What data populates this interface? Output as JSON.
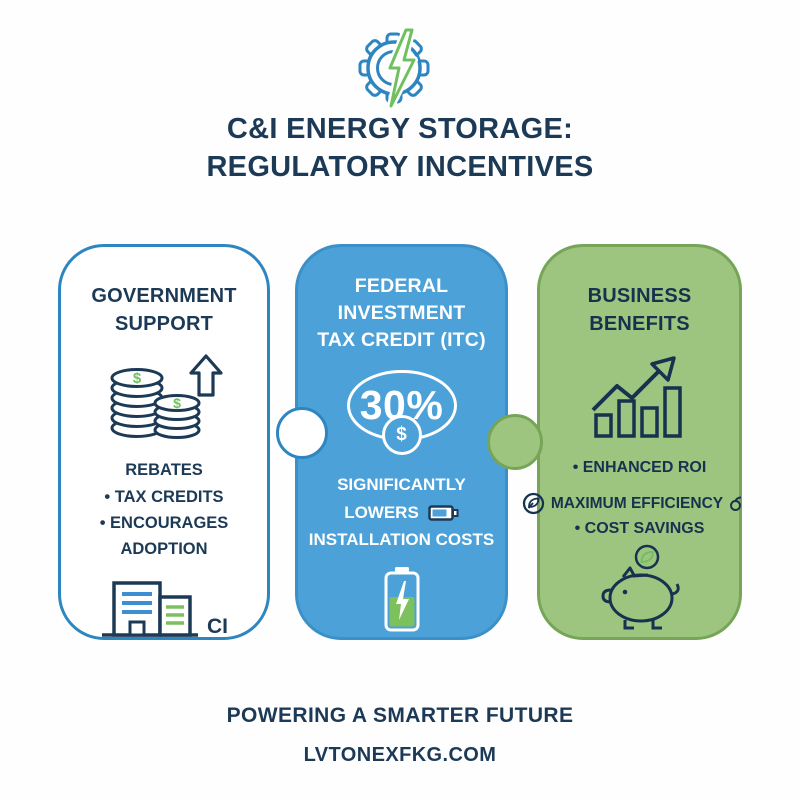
{
  "header": {
    "title_line1": "C&I ENERGY STORAGE:",
    "title_line2": "REGULATORY INCENTIVES"
  },
  "panels": {
    "government": {
      "title_line1": "GOVERNMENT",
      "title_line2": "SUPPORT",
      "item1": "REBATES",
      "item2": "• TAX CREDITS",
      "item3": "• ENCOURAGES ADOPTION",
      "building_label": "CI"
    },
    "itc": {
      "title_line1": "FEDERAL",
      "title_line2": "INVESTMENT",
      "title_line3": "TAX CREDIT (ITC)",
      "percentage": "30%",
      "dollar_symbol": "$",
      "desc_line1": "SIGNIFICANTLY",
      "desc_line2": "LOWERS",
      "desc_line3": "INSTALLATION COSTS"
    },
    "business": {
      "title_line1": "BUSINESS",
      "title_line2": "BENEFITS",
      "item1": "• ENHANCED ROI",
      "item2": "MAXIMUM EFFICIENCY",
      "item3": "• COST SAVINGS"
    }
  },
  "icons": {
    "dollar": "$"
  },
  "footer": {
    "tagline": "POWERING A SMARTER FUTURE",
    "website": "LVTONEXFKG.COM"
  },
  "colors": {
    "navy_text": "#1C3A56",
    "panel_blue": "#4BA1D8",
    "panel_blue_border": "#3C90C8",
    "panel_green": "#9DC57F",
    "panel_green_border": "#76A558",
    "outline_blue": "#2E86C1",
    "accent_green": "#6FC05F",
    "window_blue": "#3D8FD1"
  }
}
